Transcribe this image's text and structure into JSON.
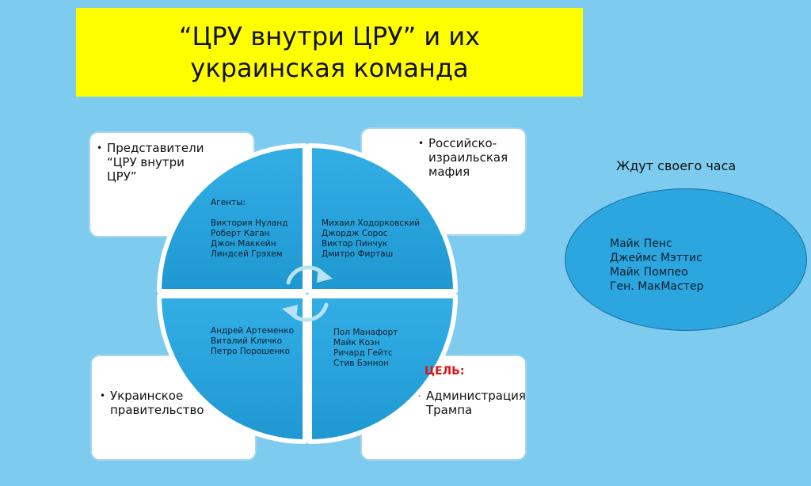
{
  "title": {
    "line1": "“ЦРУ внутри ЦРУ” и их",
    "line2": "украинская команда"
  },
  "corners": {
    "top_left": {
      "lines": [
        "Представители",
        "“ЦРУ внутри",
        "ЦРУ”"
      ]
    },
    "top_right": {
      "lines": [
        "Российско-",
        "израильская",
        "мафия"
      ]
    },
    "bottom_left": {
      "lines": [
        "Украинское",
        "правительство"
      ]
    },
    "bottom_right": {
      "lines": [
        "Администрация",
        "Трампа"
      ]
    }
  },
  "quadrants": {
    "top_left": {
      "heading": "Агенты:",
      "names": [
        "Виктория Нуланд",
        "Роберт Каган",
        "Джон Маккейн",
        "Линдсей Грэхем"
      ]
    },
    "top_right": {
      "names": [
        "Михаил Ходорковский",
        "Джордж Сорос",
        "Виктор Пинчук",
        "Дмитро Фирташ"
      ]
    },
    "bottom_left": {
      "names": [
        "Андрей Артеменко",
        "Виталий Кличко",
        "Петро Порошенко"
      ]
    },
    "bottom_right": {
      "names": [
        "Пол Манафорт",
        "Майк Коэн",
        "Ричард Гейтс",
        "Стив Бэннон"
      ]
    }
  },
  "goal_label": "ЦЕЛЬ:",
  "waiting": {
    "heading": "Ждут своего часа",
    "names": [
      "Майк Пенс",
      "Джеймс Мэттис",
      "Майк Помпео",
      "Ген. МакМастер"
    ]
  },
  "colors": {
    "background": "#7dccef",
    "banner": "#ffff00",
    "quadrant_fill": "#2ba6df",
    "goal": "#e01010"
  },
  "icons": [
    "cycle-arrows-icon"
  ]
}
